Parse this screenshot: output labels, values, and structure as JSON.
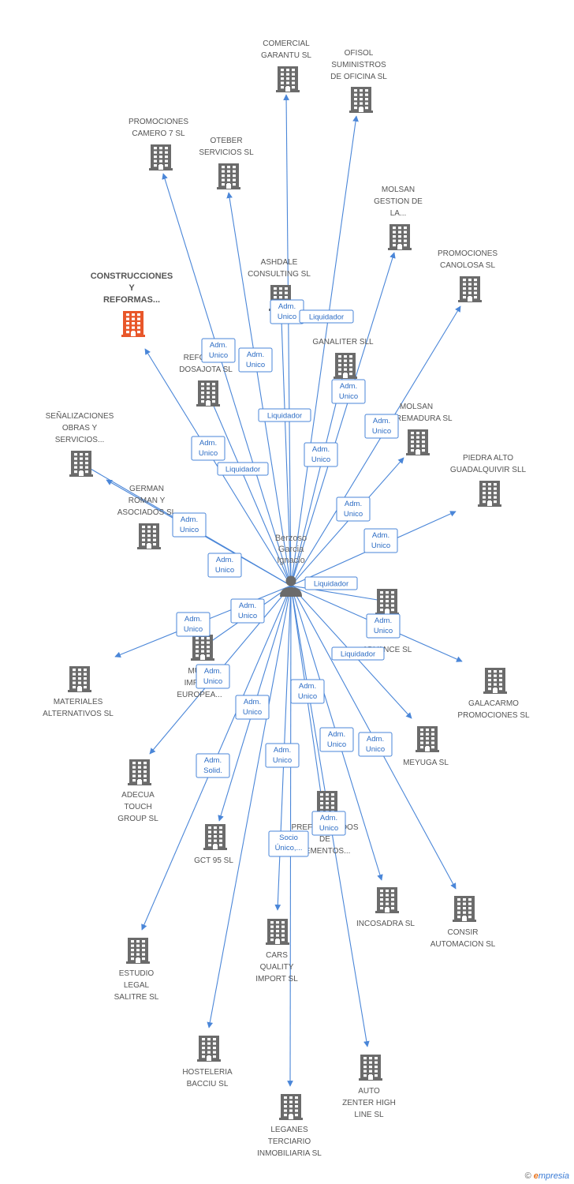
{
  "person": {
    "name_lines": [
      "Berzoso",
      "Garcia",
      "Ignacio"
    ],
    "icon": "person-icon"
  },
  "companies": [
    {
      "id": "comercial-garantu",
      "lines": [
        "COMERCIAL",
        "GARANTU SL"
      ]
    },
    {
      "id": "ofisol",
      "lines": [
        "OFISOL",
        "SUMINISTROS",
        "DE OFICINA SL"
      ]
    },
    {
      "id": "promociones-camero",
      "lines": [
        "PROMOCIONES",
        "CAMERO 7 SL"
      ]
    },
    {
      "id": "oteber",
      "lines": [
        "OTEBER",
        "SERVICIOS  SL"
      ]
    },
    {
      "id": "molsan-gestion",
      "lines": [
        "MOLSAN",
        "GESTION DE",
        "LA..."
      ]
    },
    {
      "id": "promociones-canolosa",
      "lines": [
        "PROMOCIONES",
        "CANOLOSA SL"
      ]
    },
    {
      "id": "ashdale",
      "lines": [
        "ASHDALE",
        "CONSULTING SL"
      ]
    },
    {
      "id": "construcciones",
      "lines": [
        "CONSTRUCCIONES",
        "Y",
        "REFORMAS..."
      ],
      "main": true
    },
    {
      "id": "ganaliter",
      "lines": [
        "GANALITER SLL"
      ]
    },
    {
      "id": "reformas-dosajota",
      "lines": [
        "REFORMAS",
        "DOSAJOTA SL"
      ]
    },
    {
      "id": "molsan-extremadura",
      "lines": [
        "MOLSAN",
        "EXTREMADURA SL"
      ]
    },
    {
      "id": "senalizaciones",
      "lines": [
        "SEÑALIZACIONES",
        "OBRAS Y",
        "SERVICIOS..."
      ]
    },
    {
      "id": "piedra-alto",
      "lines": [
        "PIEDRA ALTO",
        "GUADALQUIVIR SLL"
      ]
    },
    {
      "id": "german-roman",
      "lines": [
        "GERMAN",
        "ROMAN Y",
        "ASOCIADOS SL"
      ]
    },
    {
      "id": "advance",
      "lines": [
        "ADVANCE SL"
      ]
    },
    {
      "id": "multi-import",
      "lines": [
        "MULTI",
        "IMPORT",
        "EUROPEA..."
      ]
    },
    {
      "id": "materiales",
      "lines": [
        "MATERIALES",
        "ALTERNATIVOS SL"
      ]
    },
    {
      "id": "galacarmo",
      "lines": [
        "GALACARMO",
        "PROMOCIONES SL"
      ]
    },
    {
      "id": "meyuga",
      "lines": [
        "MEYUGA SL"
      ]
    },
    {
      "id": "adecua",
      "lines": [
        "ADECUA",
        "TOUCH",
        "GROUP SL"
      ]
    },
    {
      "id": "prefabricados",
      "lines": [
        "PREFABRICADOS",
        "DE",
        "CEMENTOS..."
      ]
    },
    {
      "id": "gct95",
      "lines": [
        "GCT 95 SL"
      ]
    },
    {
      "id": "incosadra",
      "lines": [
        "INCOSADRA SL"
      ]
    },
    {
      "id": "consir",
      "lines": [
        "CONSIR",
        "AUTOMACION SL"
      ]
    },
    {
      "id": "cars-quality",
      "lines": [
        "CARS",
        "QUALITY",
        "IMPORT SL"
      ]
    },
    {
      "id": "estudio-legal",
      "lines": [
        "ESTUDIO",
        "LEGAL",
        "SALITRE SL"
      ]
    },
    {
      "id": "hosteleria",
      "lines": [
        "HOSTELERIA",
        "BACCIU  SL"
      ]
    },
    {
      "id": "auto-zenter",
      "lines": [
        "AUTO",
        "ZENTER HIGH",
        "LINE SL"
      ]
    },
    {
      "id": "leganes",
      "lines": [
        "LEGANES",
        "TERCIARIO",
        "INMOBILIARIA SL"
      ]
    }
  ],
  "roles": [
    {
      "lines": [
        "Adm.",
        "Unico"
      ]
    },
    {
      "lines": [
        "Liquidador"
      ]
    },
    {
      "lines": [
        "Adm.",
        "Unico"
      ]
    },
    {
      "lines": [
        "Adm.",
        "Unico"
      ]
    },
    {
      "lines": [
        "Liquidador"
      ]
    },
    {
      "lines": [
        "Adm.",
        "Unico"
      ]
    },
    {
      "lines": [
        "Adm.",
        "Unico"
      ]
    },
    {
      "lines": [
        "Adm.",
        "Unico"
      ]
    },
    {
      "lines": [
        "Liquidador"
      ]
    },
    {
      "lines": [
        "Adm.",
        "Unico"
      ]
    },
    {
      "lines": [
        "Adm.",
        "Unico"
      ]
    },
    {
      "lines": [
        "Adm.",
        "Unico"
      ]
    },
    {
      "lines": [
        "Adm.",
        "Unico"
      ]
    },
    {
      "lines": [
        "Liquidador"
      ]
    },
    {
      "lines": [
        "Adm.",
        "Unico"
      ]
    },
    {
      "lines": [
        "Adm.",
        "Unico"
      ]
    },
    {
      "lines": [
        "Adm.",
        "Unico"
      ]
    },
    {
      "lines": [
        "Liquidador"
      ]
    },
    {
      "lines": [
        "Adm.",
        "Unico"
      ]
    },
    {
      "lines": [
        "Adm.",
        "Unico"
      ]
    },
    {
      "lines": [
        "Adm.",
        "Unico"
      ]
    },
    {
      "lines": [
        "Adm.",
        "Unico"
      ]
    },
    {
      "lines": [
        "Adm.",
        "Solid."
      ]
    },
    {
      "lines": [
        "Adm.",
        "Unico"
      ]
    },
    {
      "lines": [
        "Adm.",
        "Unico"
      ]
    },
    {
      "lines": [
        "Adm.",
        "Unico"
      ]
    },
    {
      "lines": [
        "Socio",
        "Único,..."
      ]
    },
    {
      "lines": [
        "Adm.",
        "Unico"
      ]
    }
  ],
  "footer": {
    "copyright_symbol": "©",
    "brand_initial": "e",
    "brand_rest": "mpresia"
  },
  "colors": {
    "edge": "#4a86d8",
    "building": "#6b6b6b",
    "main_building": "#e8572a",
    "person": "#6b6b6b"
  }
}
